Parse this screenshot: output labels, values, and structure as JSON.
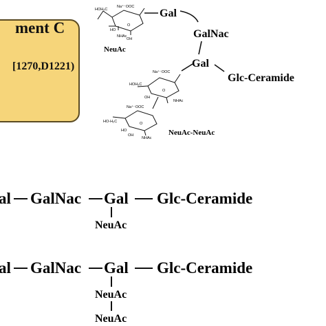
{
  "fragment": {
    "title": "ment C",
    "subtitle": "[1270,D1221)"
  },
  "structure": {
    "gal_top": "Gal",
    "galnac": "GalNac",
    "gal_mid": "Gal",
    "glc_ceramide": "Glc-Ceramide",
    "neuac_label": "NeuAc",
    "neuac_neuac_label": "NeuAc-NeuAc"
  },
  "sequence_1": {
    "gal_left": "al",
    "galnac": "GalNac",
    "gal": "Gal",
    "glc_ceramide": "Glc-Ceramide",
    "branch_1": "NeuAc"
  },
  "sequence_2": {
    "gal_left": "al",
    "galnac": "GalNac",
    "gal": "Gal",
    "glc_ceramide": "Glc-Ceramide",
    "branch_1": "NeuAc",
    "branch_2": "NeuAc"
  }
}
